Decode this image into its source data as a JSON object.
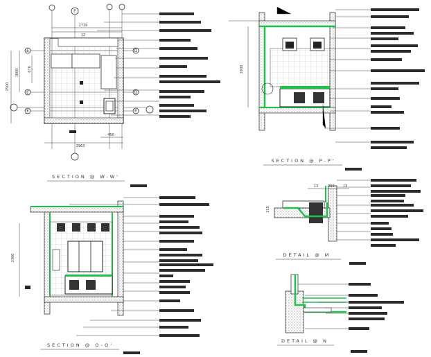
{
  "drawing": {
    "ww": {
      "title": "SECTION @ W-W'",
      "grid_letters": [
        "F",
        "E",
        "E",
        "E",
        "D",
        "D",
        "E"
      ],
      "dims": {
        "top": "2719",
        "sub": "12",
        "left_upper": "676",
        "left_mid": "1000",
        "left_total": "2500",
        "bottom_small": "450",
        "bottom_total": "2963"
      }
    },
    "pp": {
      "title": "SECTION @ P-P'",
      "dims": {
        "height": "3300"
      }
    },
    "oo": {
      "title": "SECTION @ O-O'",
      "dims": {
        "height": "3300"
      }
    },
    "m": {
      "title": "DETAIL @ M",
      "dims": {
        "a": "13",
        "b": "250",
        "c": "13",
        "side": "115"
      }
    },
    "n": {
      "title": "DETAIL @ N"
    }
  },
  "colors": {
    "line": "#2a2a2a",
    "green": "#1fc14a",
    "hatch": "#9a9a9a",
    "label_bar": "#2a2a2a"
  }
}
